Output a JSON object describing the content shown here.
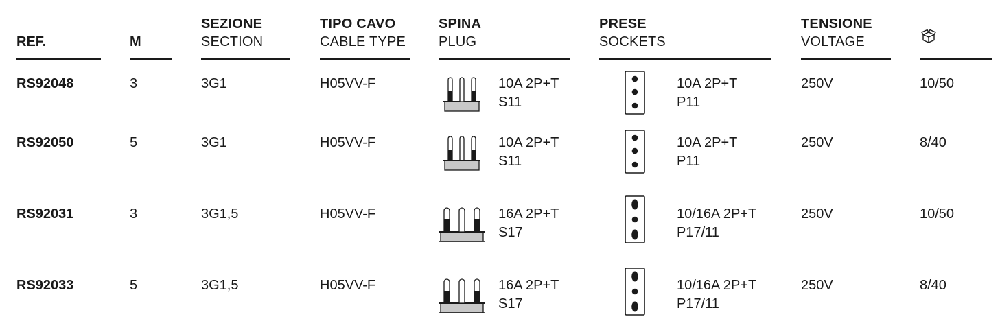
{
  "headers": {
    "ref": "REF.",
    "m": "M",
    "section_it": "SEZIONE",
    "section_en": "SECTION",
    "cable_it": "TIPO CAVO",
    "cable_en": "CABLE TYPE",
    "plug_it": "SPINA",
    "plug_en": "PLUG",
    "sockets_it": "PRESE",
    "sockets_en": "SOCKETS",
    "voltage_it": "TENSIONE",
    "voltage_en": "VOLTAGE",
    "package_icon": "package-box-icon"
  },
  "rows": [
    {
      "ref": "RS92048",
      "m": "3",
      "section": "3G1",
      "cable": "H05VV-F",
      "plug_rating": "10A 2P+T",
      "plug_code": "S11",
      "plug_icon": "plug-10a-icon",
      "socket_rating": "10A 2P+T",
      "socket_code": "P11",
      "socket_icon": "socket-10a-icon",
      "voltage": "250V",
      "pack": "10/50"
    },
    {
      "ref": "RS92050",
      "m": "5",
      "section": "3G1",
      "cable": "H05VV-F",
      "plug_rating": "10A 2P+T",
      "plug_code": "S11",
      "plug_icon": "plug-10a-icon",
      "socket_rating": "10A 2P+T",
      "socket_code": "P11",
      "socket_icon": "socket-10a-icon",
      "voltage": "250V",
      "pack": "8/40"
    },
    {
      "ref": "RS92031",
      "m": "3",
      "section": "3G1,5",
      "cable": "H05VV-F",
      "plug_rating": "16A 2P+T",
      "plug_code": "S17",
      "plug_icon": "plug-16a-icon",
      "socket_rating": "10/16A 2P+T",
      "socket_code": "P17/11",
      "socket_icon": "socket-bipasso-icon",
      "voltage": "250V",
      "pack": "10/50"
    },
    {
      "ref": "RS92033",
      "m": "5",
      "section": "3G1,5",
      "cable": "H05VV-F",
      "plug_rating": "16A 2P+T",
      "plug_code": "S17",
      "plug_icon": "plug-16a-icon",
      "socket_rating": "10/16A 2P+T",
      "socket_code": "P17/11",
      "socket_icon": "socket-bipasso-icon",
      "voltage": "250V",
      "pack": "8/40"
    }
  ]
}
